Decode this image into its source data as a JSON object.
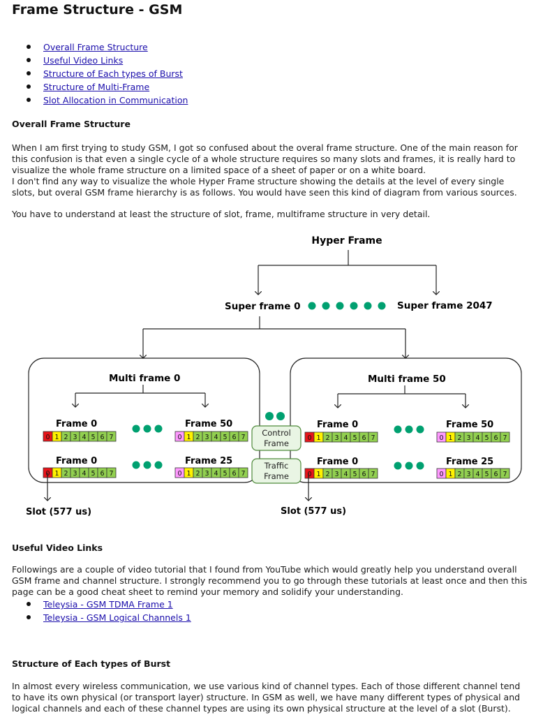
{
  "page": {
    "title": "Frame Structure - GSM"
  },
  "toc": [
    {
      "label": "Overall Frame Structure"
    },
    {
      "label": "Useful Video Links"
    },
    {
      "label": "Structure of Each types of Burst"
    },
    {
      "label": "Structure of Multi-Frame"
    },
    {
      "label": "Slot Allocation in Communication"
    }
  ],
  "sections": {
    "overall": {
      "heading": "Overall Frame Structure",
      "para1_lines": [
        "When I am first trying to study GSM, I got so confused about the overal frame structure. One of the main reason for",
        "this confusion is that even a single cycle of a whole structure requires so many slots and frames, it is really hard to",
        "visualize the whole frame structure on a limited space of a sheet of paper or on a white board.",
        "I don't find any way to visualize the whole Hyper Frame structure showing the details at the level of every single",
        "slots, but overal GSM frame hierarchy is as follows. You would have seen this kind of diagram from various sources."
      ],
      "para2": "You have to understand at least the structure of slot, frame, multiframe structure in very detail."
    },
    "videos": {
      "heading": "Useful Video Links",
      "para_lines": [
        "Followings are a couple of video tutorial that I found from YouTube which would greatly help you understand overall",
        "GSM frame and channel structure. I strongly recommend you to go through these tutorials at least once and then this",
        "page can be a good cheat sheet to remind your memory and solidify your understanding."
      ],
      "links": [
        {
          "label": "Teleysia - GSM TDMA Frame 1"
        },
        {
          "label": "Teleysia - GSM Logical Channels 1"
        }
      ]
    },
    "burst": {
      "heading": "Structure of Each types of Burst",
      "para_lines": [
        "In almost every wireless communication, we use various kind of channel types. Each of those different channel tend",
        "to have its own physical (or transport layer) structure. In GSM as well, we have many different types of physical and",
        "logical channels and each of these channel types are using its own physical structure at the level of a slot (Burst)."
      ]
    }
  },
  "diagram": {
    "hyper_frame": "Hyper Frame",
    "super_frame_0": "Super frame 0",
    "super_frame_2047": "Super frame 2047",
    "multi_frame_0": "Multi frame 0",
    "multi_frame_50": "Multi frame 50",
    "frame_0": "Frame 0",
    "frame_50": "Frame 50",
    "frame_25": "Frame 25",
    "control_frame": [
      "Control",
      "Frame"
    ],
    "traffic_frame": [
      "Traffic",
      "Frame"
    ],
    "slot_label": "Slot (577 us)",
    "slot_numbers": [
      "0",
      "1",
      "2",
      "3",
      "4",
      "5",
      "6",
      "7"
    ],
    "colors": {
      "slot_red": "#e8141a",
      "slot_yellow": "#fff200",
      "slot_green": "#92d050",
      "slot_pink": "#ff99ff",
      "dot_teal": "#00a070",
      "box_fill": "#e9f5e4",
      "box_stroke": "#4f8a3b"
    }
  }
}
